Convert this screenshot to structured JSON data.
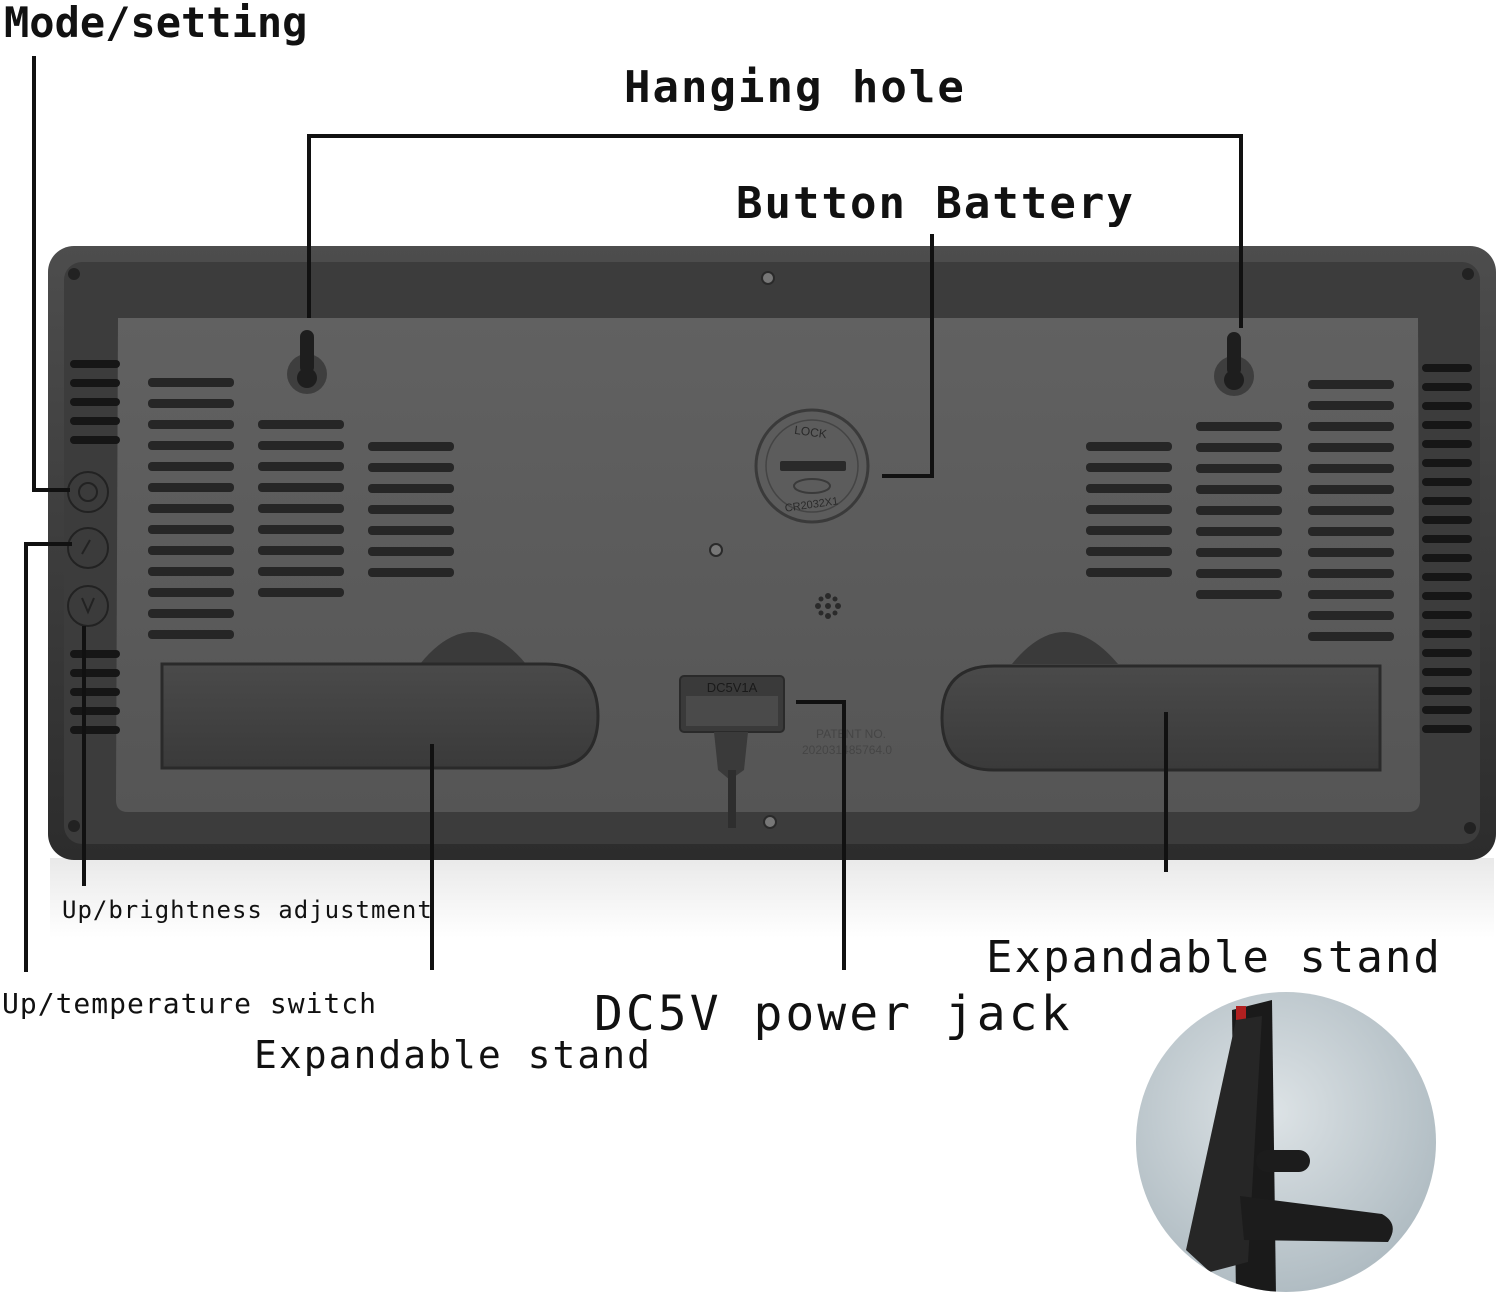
{
  "labels": {
    "mode_setting": "Mode/setting",
    "hanging_hole": "Hanging hole",
    "button_battery": "Button Battery",
    "up_brightness": "Up/brightness adjustment",
    "up_temperature": "Up/temperature switch",
    "expandable_stand_left": "Expandable stand",
    "dc_power_jack": "DC5V power jack",
    "expandable_stand_right": "Expandable stand"
  },
  "device_markings": {
    "battery_lock": "LOCK",
    "battery_model": "CR2032X1",
    "jack_rating": "DC5V1A",
    "patent_label": "PATENT NO.",
    "patent_number": "202031485764.0"
  },
  "colors": {
    "case_outer": "#2a2a2a",
    "case_inner": "#555555",
    "leader_line": "#111111",
    "inset_background": "#b9c4cb"
  },
  "icons": [
    "hanging-hole-icon",
    "battery-compartment-icon",
    "speaker-grille-icon",
    "mode-button-icon",
    "up-button-icon",
    "down-button-icon",
    "dc-jack-icon"
  ]
}
